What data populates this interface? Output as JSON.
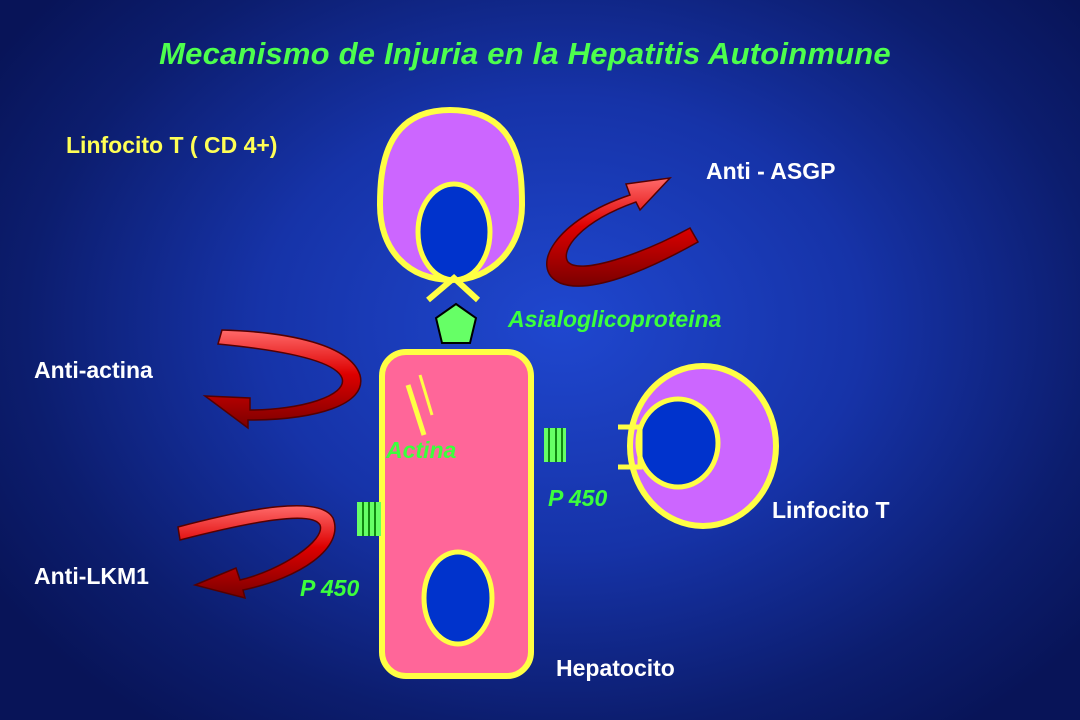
{
  "title": "Mecanismo de Injuria en la Hepatitis Autoinmune",
  "labels": {
    "cd4": "Linfocito T ( CD 4+)",
    "anti_asgp": "Anti - ASGP",
    "asialo": "Asialoglicoproteina",
    "anti_actina": "Anti-actina",
    "actina": "Actina",
    "p450_right": "P 450",
    "linfocito_t": "Linfocito T",
    "anti_lkm1": "Anti-LKM1",
    "p450_left": "P 450",
    "hepatocito": "Hepatocito"
  },
  "colors": {
    "title_green": "#4dff4d",
    "lymphocyte_body": "#cc66ff",
    "nucleus": "#0033cc",
    "outline_yellow": "#ffff44",
    "hepatocyte_pink": "#ff6699",
    "antigen_green": "#66ff66",
    "arrow_red": "#d40000"
  }
}
